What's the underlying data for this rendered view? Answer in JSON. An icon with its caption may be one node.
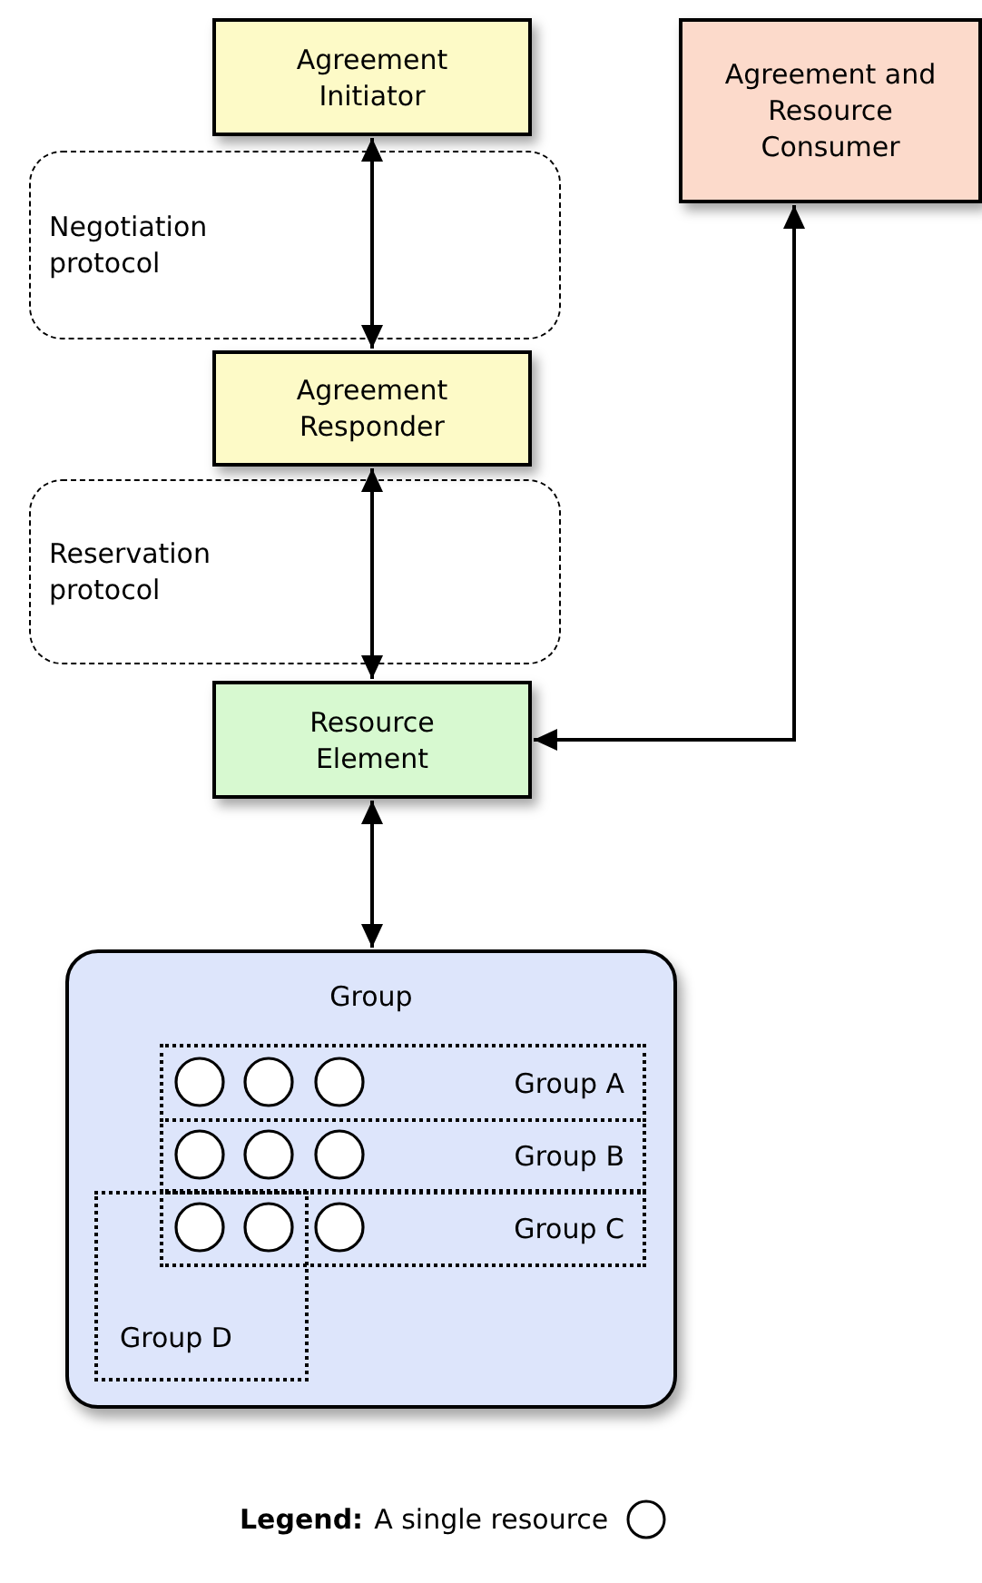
{
  "diagram": {
    "nodes": [
      {
        "text": [
          "Agreement Initiator"
        ]
      },
      {
        "text": [
          "Agreement and Resource Consumer"
        ]
      },
      {
        "text": [
          "Agreement Responder"
        ]
      },
      {
        "text": [
          "Resource Element"
        ]
      },
      {
        "text": [
          "Group"
        ]
      },
      {
        "text": [
          "Group A"
        ],
        "in": 4
      },
      {
        "text": [
          "Group B"
        ],
        "in": 4
      },
      {
        "text": [
          "Group C"
        ],
        "in": 4
      },
      {
        "text": [
          "Group D"
        ],
        "in": 4
      }
    ],
    "edges": [
      {
        "from": 0,
        "to": 2,
        "arrow": "both"
      },
      {
        "from": 2,
        "to": 3,
        "arrow": "both"
      },
      {
        "from": 3,
        "to": 4,
        "arrow": "both"
      },
      {
        "from": 3,
        "to": 1,
        "arrow": "both"
      }
    ],
    "labels": [
      "Negotiation protocol",
      "Reservation protocol",
      "Legend:"
    ],
    "legend": [
      {
        "text": "A single resource"
      }
    ]
  }
}
